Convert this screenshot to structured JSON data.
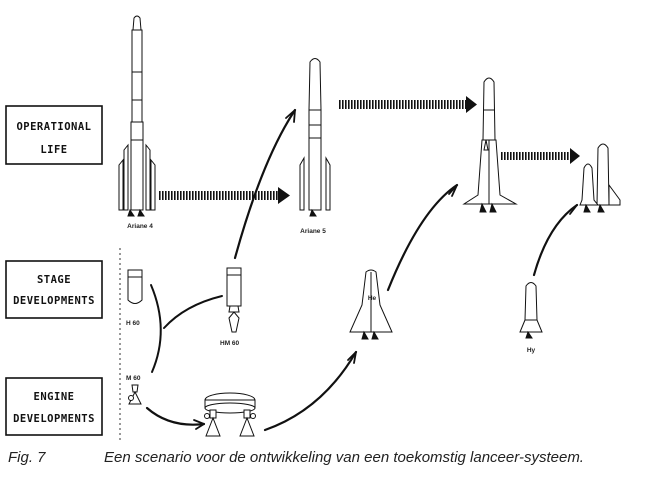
{
  "rows": {
    "operational": [
      "OPERATIONAL",
      "LIFE"
    ],
    "stage": [
      "STAGE",
      "DEVELOPMENTS"
    ],
    "engine": [
      "ENGINE",
      "DEVELOPMENTS"
    ]
  },
  "vehicles": {
    "ariane4": "Ariane 4",
    "ariane5": "Ariane 5",
    "h60": "H 60",
    "hm60": "HM 60",
    "m60": "M 60",
    "hermes_label": "He",
    "hy": "Hy"
  },
  "caption": {
    "fig": "Fig. 7",
    "text": "Een scenario voor de ontwikkeling van een toekomstig lanceer-systeem."
  },
  "colors": {
    "ink": "#1a1a1a",
    "paper": "#ffffff"
  }
}
